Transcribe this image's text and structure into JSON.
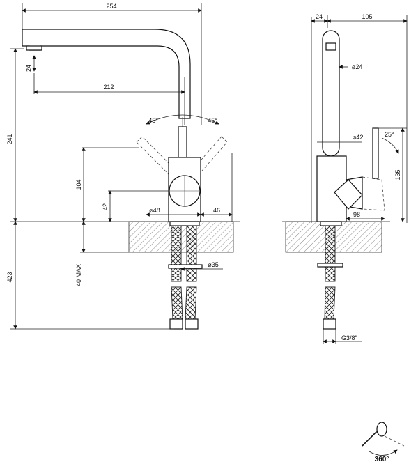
{
  "dimensions": {
    "overall_width": "254",
    "base_to_spout_depth": "24",
    "side_width": "105",
    "aerator_drop": "24",
    "spout_reach": "212",
    "lever_left_angle": "45°",
    "lever_right_angle": "45°",
    "total_height": "241",
    "lever_height": "104",
    "body_center_height": "42",
    "body_diameter": "⌀48",
    "lever_offset": "46",
    "spout_diameter": "⌀24",
    "column_diameter": "⌀42",
    "side_lever_angle": "25°",
    "side_height": "135",
    "side_depth": "98",
    "below_deck": "423",
    "deck_max": "40 MAX",
    "shank_diameter": "⌀35",
    "thread": "G3/8\""
  },
  "rotation": {
    "label": "360°",
    "icon": "rotation-arrow-icon"
  },
  "colors": {
    "ink": "#111111",
    "hatch": "#555555",
    "background": "#ffffff"
  }
}
